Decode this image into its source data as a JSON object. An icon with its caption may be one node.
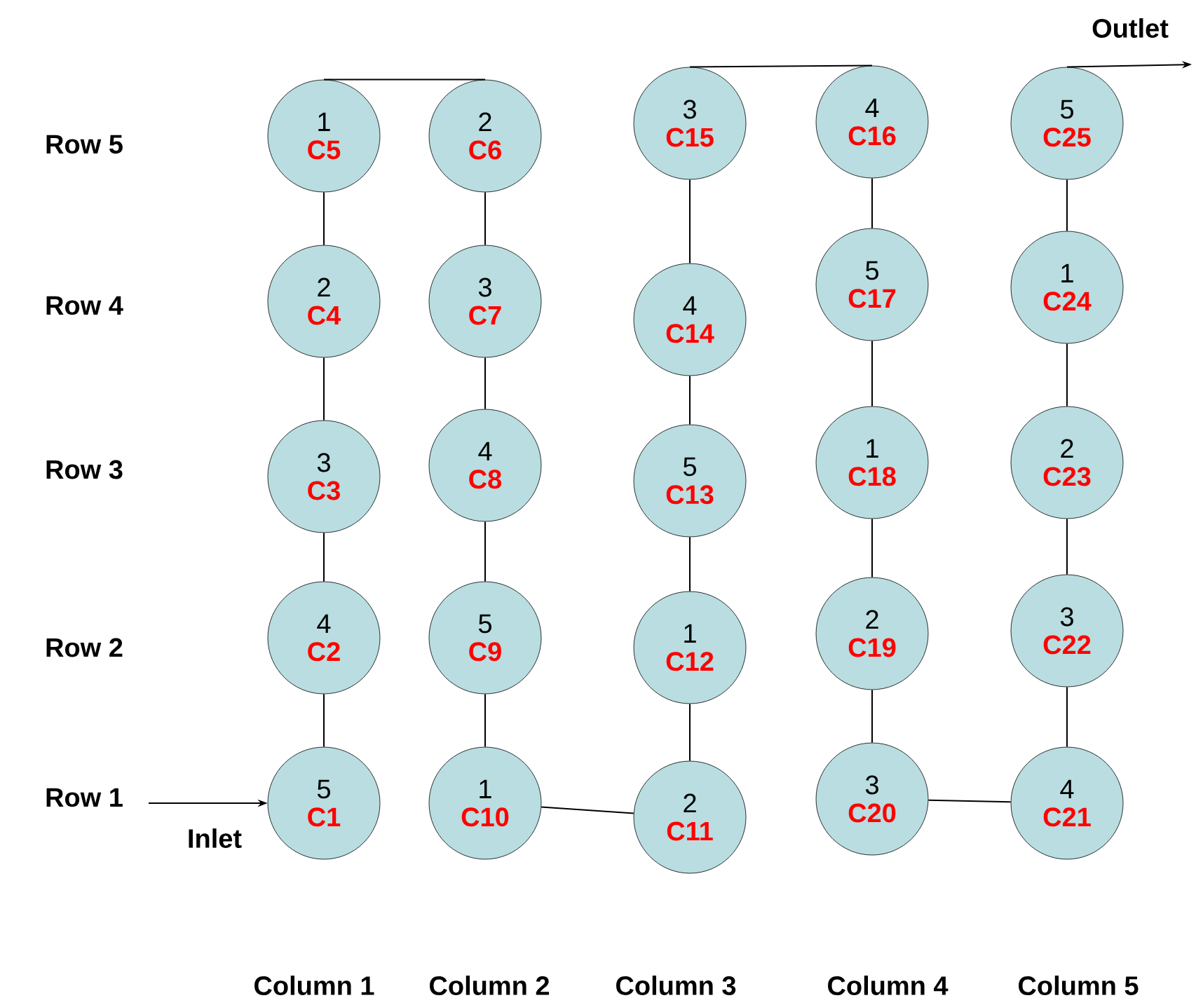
{
  "diagram": {
    "nodes": [
      {
        "text": [
          "5",
          "C1"
        ]
      },
      {
        "text": [
          "4",
          "C2"
        ]
      },
      {
        "text": [
          "3",
          "C3"
        ]
      },
      {
        "text": [
          "2",
          "C4"
        ]
      },
      {
        "text": [
          "1",
          "C5"
        ]
      },
      {
        "text": [
          "2",
          "C6"
        ]
      },
      {
        "text": [
          "3",
          "C7"
        ]
      },
      {
        "text": [
          "4",
          "C8"
        ]
      },
      {
        "text": [
          "5",
          "C9"
        ]
      },
      {
        "text": [
          "1",
          "C10"
        ]
      },
      {
        "text": [
          "2",
          "C11"
        ]
      },
      {
        "text": [
          "1",
          "C12"
        ]
      },
      {
        "text": [
          "5",
          "C13"
        ]
      },
      {
        "text": [
          "4",
          "C14"
        ]
      },
      {
        "text": [
          "3",
          "C15"
        ]
      },
      {
        "text": [
          "4",
          "C16"
        ]
      },
      {
        "text": [
          "5",
          "C17"
        ]
      },
      {
        "text": [
          "1",
          "C18"
        ]
      },
      {
        "text": [
          "2",
          "C19"
        ]
      },
      {
        "text": [
          "3",
          "C20"
        ]
      },
      {
        "text": [
          "4",
          "C21"
        ]
      },
      {
        "text": [
          "3",
          "C22"
        ]
      },
      {
        "text": [
          "2",
          "C23"
        ]
      },
      {
        "text": [
          "1",
          "C24"
        ]
      },
      {
        "text": [
          "5",
          "C25"
        ]
      }
    ],
    "edges": [
      {
        "from": null,
        "to": 0,
        "arrow": "to",
        "label": "Inlet"
      },
      {
        "from": 0,
        "to": 1,
        "arrow": "none"
      },
      {
        "from": 1,
        "to": 2,
        "arrow": "none"
      },
      {
        "from": 2,
        "to": 3,
        "arrow": "none"
      },
      {
        "from": 3,
        "to": 4,
        "arrow": "none"
      },
      {
        "from": 4,
        "to": 5,
        "arrow": "none"
      },
      {
        "from": 5,
        "to": 6,
        "arrow": "none"
      },
      {
        "from": 6,
        "to": 7,
        "arrow": "none"
      },
      {
        "from": 7,
        "to": 8,
        "arrow": "none"
      },
      {
        "from": 8,
        "to": 9,
        "arrow": "none"
      },
      {
        "from": 9,
        "to": 10,
        "arrow": "none"
      },
      {
        "from": 10,
        "to": 11,
        "arrow": "none"
      },
      {
        "from": 11,
        "to": 12,
        "arrow": "none"
      },
      {
        "from": 12,
        "to": 13,
        "arrow": "none"
      },
      {
        "from": 13,
        "to": 14,
        "arrow": "none"
      },
      {
        "from": 14,
        "to": 15,
        "arrow": "none"
      },
      {
        "from": 15,
        "to": 16,
        "arrow": "none"
      },
      {
        "from": 16,
        "to": 17,
        "arrow": "none"
      },
      {
        "from": 17,
        "to": 18,
        "arrow": "none"
      },
      {
        "from": 18,
        "to": 19,
        "arrow": "none"
      },
      {
        "from": 19,
        "to": 20,
        "arrow": "none"
      },
      {
        "from": 20,
        "to": 21,
        "arrow": "none"
      },
      {
        "from": 21,
        "to": 22,
        "arrow": "none"
      },
      {
        "from": 22,
        "to": 23,
        "arrow": "none"
      },
      {
        "from": 23,
        "to": 24,
        "arrow": "none"
      },
      {
        "from": 24,
        "to": null,
        "arrow": "to",
        "label": "Outlet"
      }
    ],
    "labels": [
      "Row 5",
      "Row 4",
      "Row 3",
      "Row 2",
      "Row 1",
      "Column 1",
      "Column 2",
      "Column 3",
      "Column 4",
      "Column 5"
    ]
  }
}
